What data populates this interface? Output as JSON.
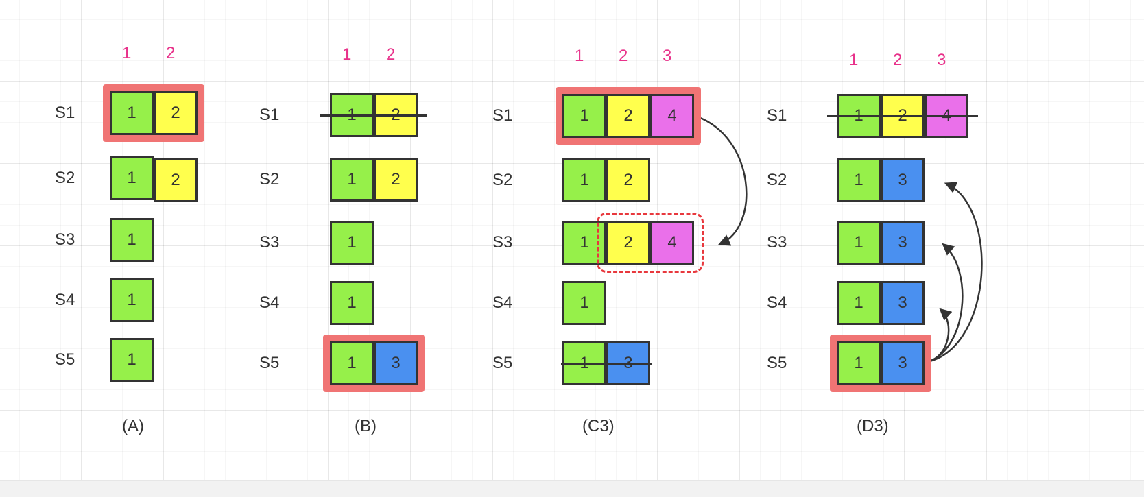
{
  "colors": {
    "green": "#96f04a",
    "yellow": "#ffff4d",
    "magenta": "#ea70ea",
    "blue": "#4a90f0",
    "index_text": "#e8318a",
    "highlight": "#f07474",
    "dashed": "#e8383d"
  },
  "panels": [
    {
      "caption": "(A)",
      "columns": [
        "1",
        "2"
      ],
      "rows": [
        {
          "label": "S1",
          "cells": [
            "1",
            "2"
          ],
          "highlight": true
        },
        {
          "label": "S2",
          "cells": [
            "1",
            "2"
          ]
        },
        {
          "label": "S3",
          "cells": [
            "1"
          ]
        },
        {
          "label": "S4",
          "cells": [
            "1"
          ]
        },
        {
          "label": "S5",
          "cells": [
            "1"
          ]
        }
      ]
    },
    {
      "caption": "(B)",
      "columns": [
        "1",
        "2"
      ],
      "rows": [
        {
          "label": "S1",
          "cells": [
            "1",
            "2"
          ],
          "struck": true
        },
        {
          "label": "S2",
          "cells": [
            "1",
            "2"
          ]
        },
        {
          "label": "S3",
          "cells": [
            "1"
          ]
        },
        {
          "label": "S4",
          "cells": [
            "1"
          ]
        },
        {
          "label": "S5",
          "cells": [
            "1",
            "3"
          ],
          "highlight": true
        }
      ]
    },
    {
      "caption": "(C3)",
      "columns": [
        "1",
        "2",
        "3"
      ],
      "rows": [
        {
          "label": "S1",
          "cells": [
            "1",
            "2",
            "4"
          ],
          "highlight": true
        },
        {
          "label": "S2",
          "cells": [
            "1",
            "2"
          ]
        },
        {
          "label": "S3",
          "cells": [
            "1",
            "2",
            "4"
          ],
          "dashed_from": 1
        },
        {
          "label": "S4",
          "cells": [
            "1"
          ]
        },
        {
          "label": "S5",
          "cells": [
            "1",
            "3"
          ],
          "struck": true
        }
      ]
    },
    {
      "caption": "(D3)",
      "columns": [
        "1",
        "2",
        "3"
      ],
      "rows": [
        {
          "label": "S1",
          "cells": [
            "1",
            "2",
            "4"
          ],
          "struck": true
        },
        {
          "label": "S2",
          "cells": [
            "1",
            "3"
          ]
        },
        {
          "label": "S3",
          "cells": [
            "1",
            "3"
          ]
        },
        {
          "label": "S4",
          "cells": [
            "1",
            "3"
          ]
        },
        {
          "label": "S5",
          "cells": [
            "1",
            "3"
          ],
          "highlight": true
        }
      ]
    }
  ]
}
